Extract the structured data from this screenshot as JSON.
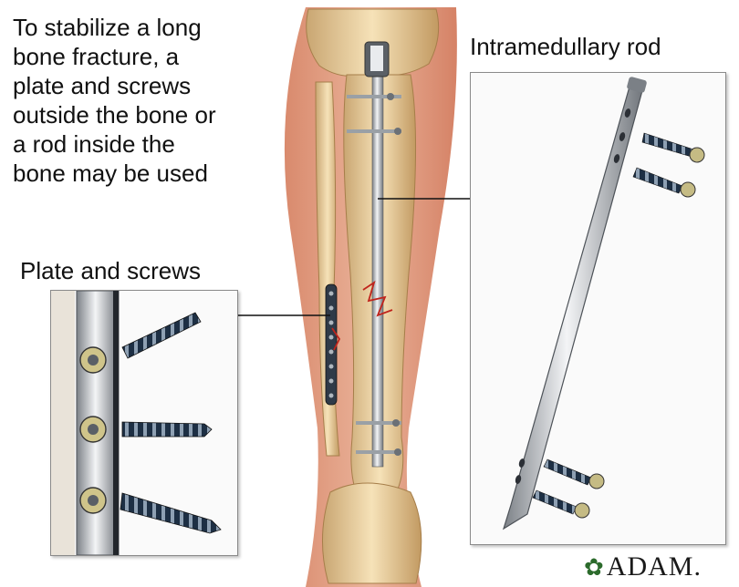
{
  "caption": "To stabilize a long\nbone fracture, a\nplate and screws\noutside the bone or\na rod inside the\nbone may be used",
  "labels": {
    "rod": "Intramedullary rod",
    "plate": "Plate and screws"
  },
  "logo": {
    "text": "ADAM.",
    "icon": "leaf-icon"
  },
  "colors": {
    "skin": "#e3a084",
    "bone": "#efd7a6",
    "metal": "#b9bdc2",
    "screw": "#1d2f44",
    "fracture": "#c0241c"
  }
}
